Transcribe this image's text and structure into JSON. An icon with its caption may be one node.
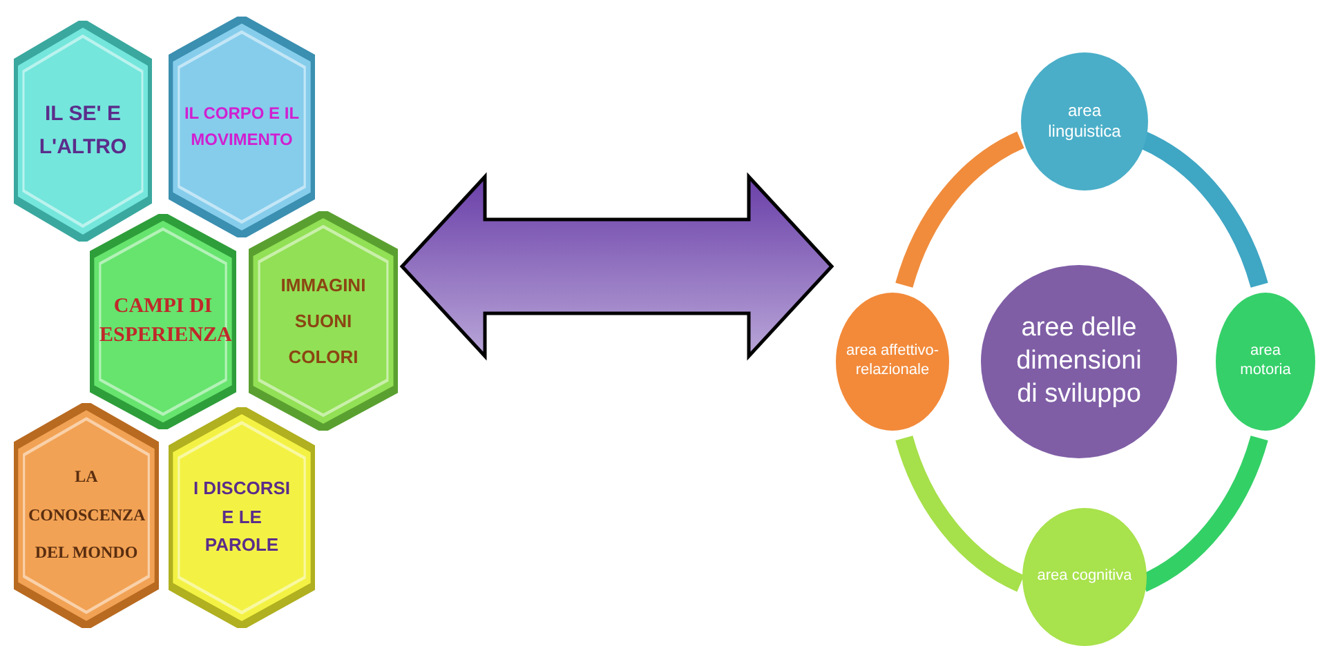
{
  "diagram": {
    "nodes": [
      {
        "text": [
          "IL SE' E L'ALTRO"
        ]
      },
      {
        "text": [
          "IL CORPO E IL MOVIMENTO"
        ]
      },
      {
        "text": [
          "CAMPI DI ESPERIENZA"
        ]
      },
      {
        "text": [
          "IMMAGINI SUONI COLORI"
        ]
      },
      {
        "text": [
          "LA CONOSCENZA DEL MONDO"
        ]
      },
      {
        "text": [
          "I DISCORSI E LE PAROLE"
        ]
      },
      {
        "text": [
          "area linguistica"
        ]
      },
      {
        "text": [
          "area affettivo-relazionale"
        ]
      },
      {
        "text": [
          "aree delle dimensioni di sviluppo"
        ]
      },
      {
        "text": [
          "area motoria"
        ]
      },
      {
        "text": [
          "area cognitiva"
        ]
      }
    ],
    "edges": [
      {
        "from": 3,
        "to": 7,
        "arrow": "both",
        "style": "thick",
        "color": "#8a68c0"
      },
      {
        "from": 7,
        "to": 6,
        "arrow": "none",
        "color": "#f08c3c"
      },
      {
        "from": 6,
        "to": 9,
        "arrow": "none",
        "color": "#3fa6c4"
      },
      {
        "from": 9,
        "to": 10,
        "arrow": "none",
        "color": "#33d066"
      },
      {
        "from": 10,
        "to": 7,
        "arrow": "none",
        "color": "#a6e04a"
      }
    ]
  }
}
